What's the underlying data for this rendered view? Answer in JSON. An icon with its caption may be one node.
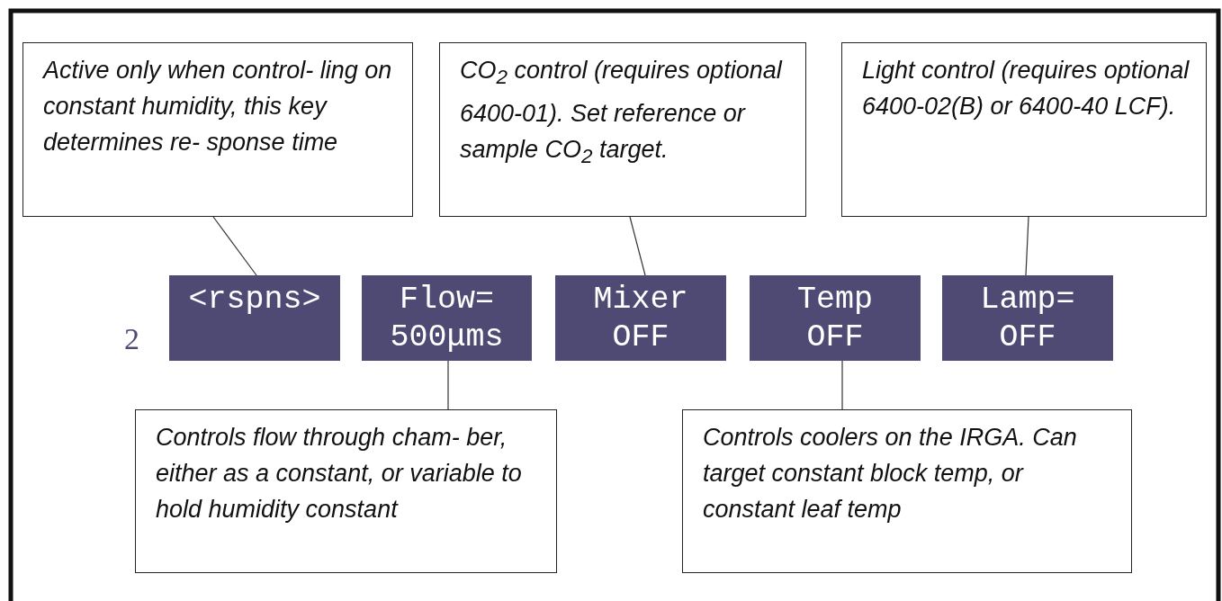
{
  "diagram": {
    "nodes": [
      {
        "text": [
          "Active only when control- ling on constant humidity, this key determines re- sponse time"
        ]
      },
      {
        "text": [
          "CO$_{2}$ control (requires optional 6400-01). Set reference or sample CO$_{2}$ target."
        ]
      },
      {
        "text": [
          "Light control (requires optional 6400-02(B) or 6400-40 LCF)."
        ]
      },
      {
        "text": [
          "<rspns>"
        ]
      },
      {
        "text": [
          "Flow= 500μms"
        ]
      },
      {
        "text": [
          "Mixer OFF"
        ]
      },
      {
        "text": [
          "Temp OFF"
        ]
      },
      {
        "text": [
          "Lamp= OFF"
        ]
      },
      {
        "text": [
          "Controls flow through cham- ber, either as a constant, or variable to hold humidity constant"
        ]
      },
      {
        "text": [
          "Controls coolers on the IRGA. Can target constant block temp, or constant leaf temp"
        ]
      }
    ],
    "edges": [
      {
        "from": 0,
        "to": 3,
        "arrow": "none"
      },
      {
        "from": 1,
        "to": 5,
        "arrow": "none"
      },
      {
        "from": 2,
        "to": 7,
        "arrow": "none"
      },
      {
        "from": 8,
        "to": 4,
        "arrow": "none"
      },
      {
        "from": 9,
        "to": 6,
        "arrow": "none"
      }
    ],
    "labels": [
      "2"
    ]
  }
}
